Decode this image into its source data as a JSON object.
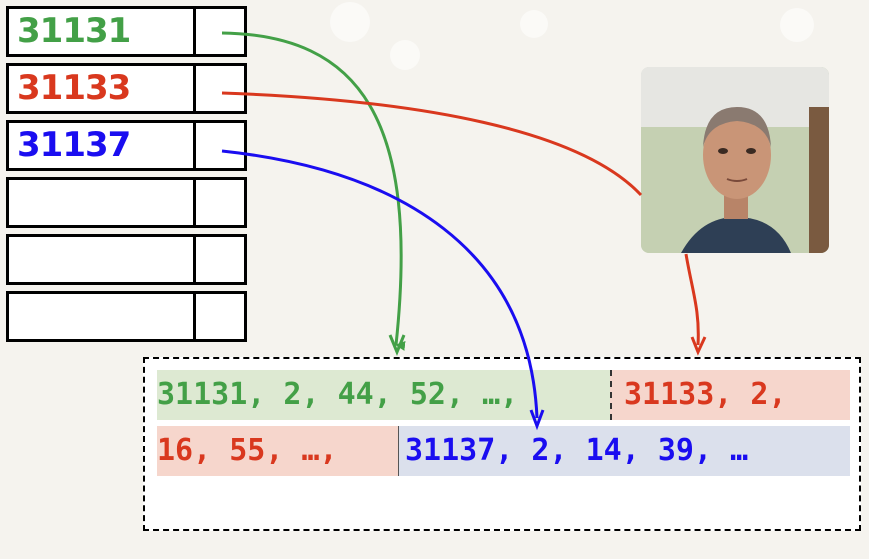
{
  "colors": {
    "green": "#43a047",
    "red": "#d9381e",
    "blue": "#1a0df0"
  },
  "table": {
    "rows": [
      {
        "key": "31131",
        "color": "green"
      },
      {
        "key": "31133",
        "color": "red"
      },
      {
        "key": "31137",
        "color": "blue"
      },
      {
        "key": ""
      },
      {
        "key": ""
      },
      {
        "key": ""
      }
    ]
  },
  "presenter": {
    "icon": "person-webcam-icon"
  },
  "store": {
    "line1": {
      "green_segment": "31131, 2, 44, 52, …,",
      "red_segment": "31133, 2,"
    },
    "line2": {
      "red_segment": "16, 55, …,",
      "blue_segment": "31137, 2, 14, 39, …"
    }
  }
}
